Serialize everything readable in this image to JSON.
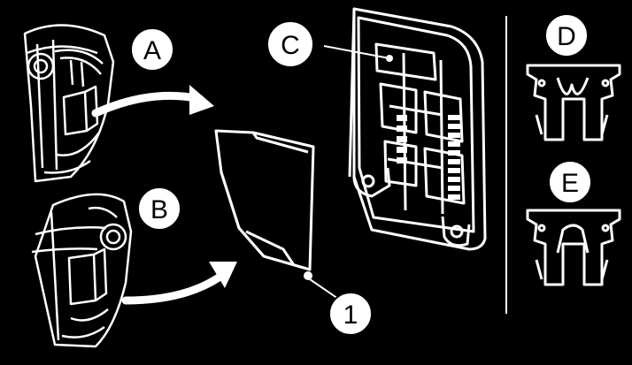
{
  "callouts": {
    "a": "A",
    "b": "B",
    "c": "C",
    "d": "D",
    "e": "E",
    "n1": "1"
  },
  "colors": {
    "background": "#000000",
    "line": "#ffffff"
  }
}
